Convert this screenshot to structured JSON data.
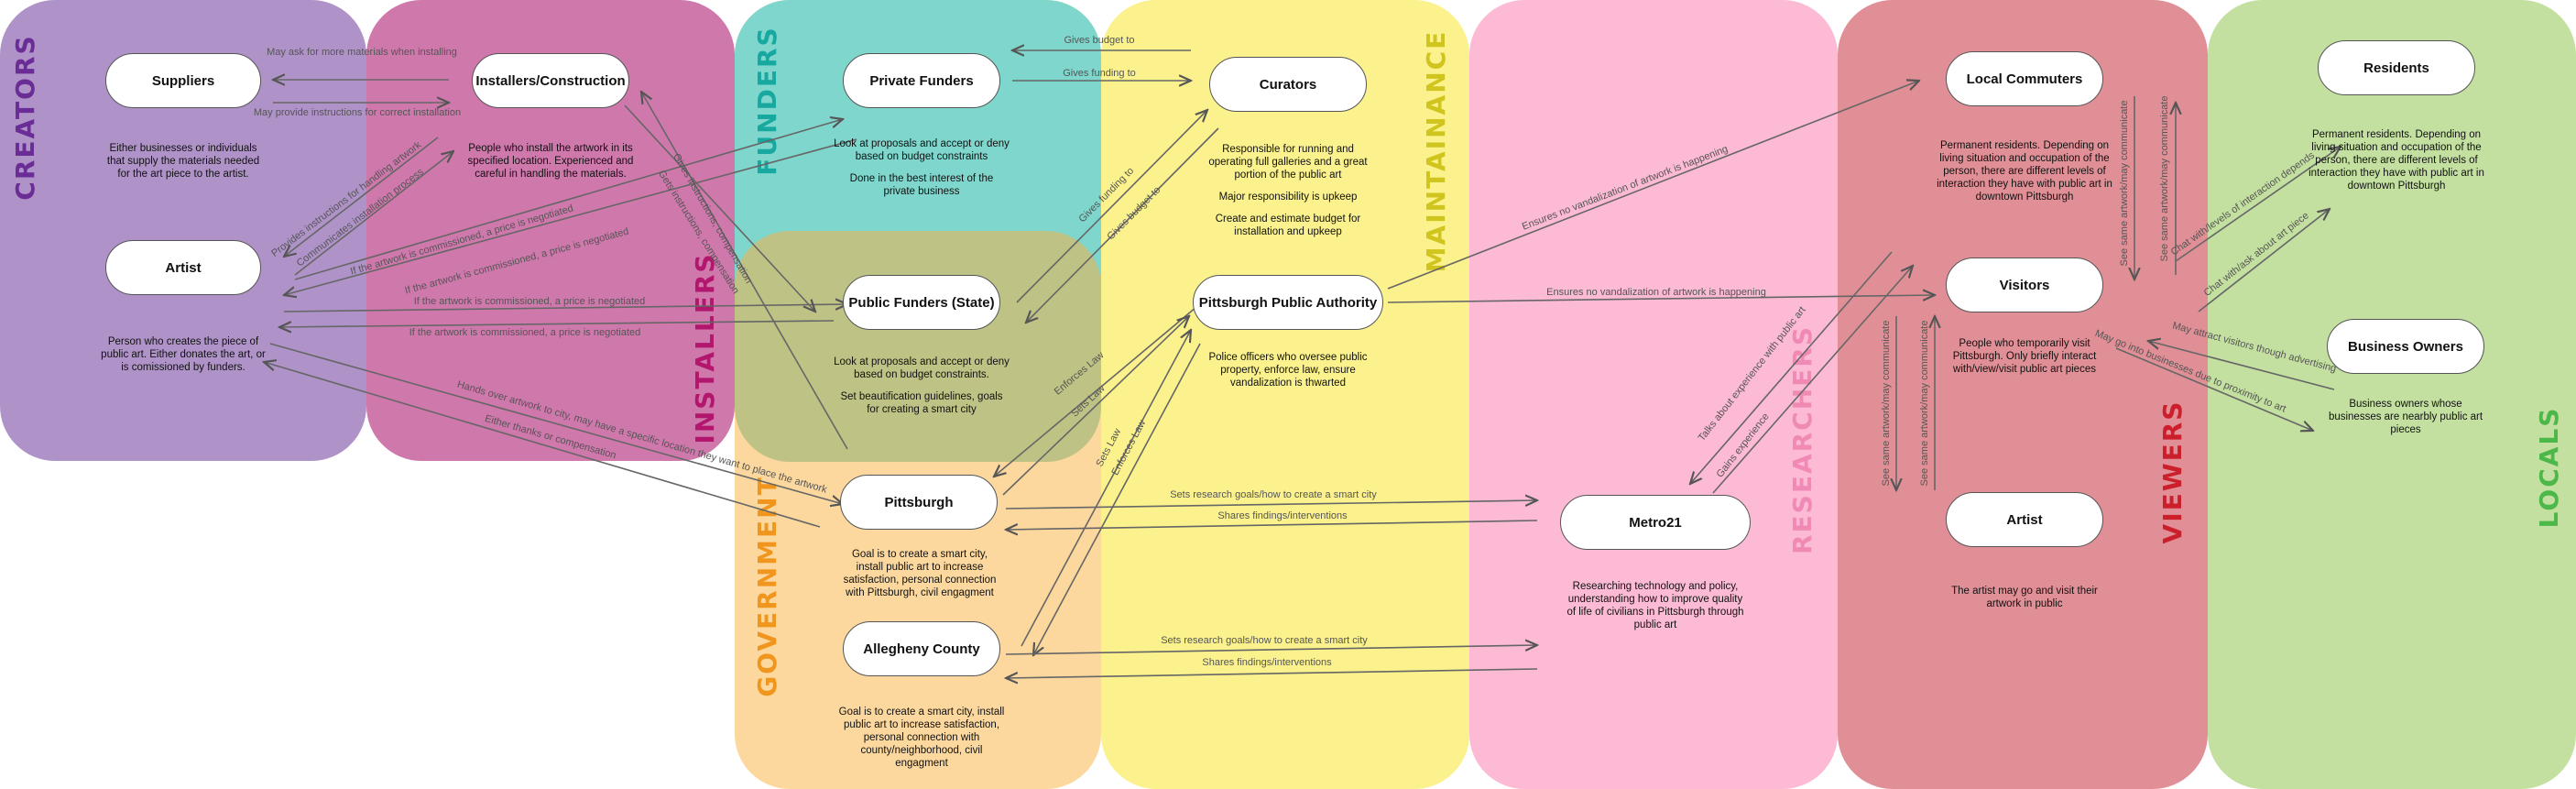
{
  "regions": {
    "creators": {
      "title": "CREATORS",
      "color": "#af93c8"
    },
    "installers": {
      "title": "INSTALLERS",
      "color": "#cf78ac"
    },
    "funders": {
      "title": "FUNDERS",
      "color": "#7fd6cc"
    },
    "government": {
      "title": "GOVERNMENT",
      "color": "#fcd89e"
    },
    "government_overlap": {
      "color": "#bfc285"
    },
    "maintainance": {
      "title": "MAINTAINANCE",
      "color": "#fbf28d"
    },
    "researchers": {
      "title": "RESEARCHERS",
      "color": "#fcbad5"
    },
    "viewers": {
      "title": "VIEWERS",
      "color": "#e08f96"
    },
    "locals": {
      "title": "LOCALS",
      "color": "#c3e0a0"
    }
  },
  "title_colors": {
    "creators": "#6a2c95",
    "installers": "#b2166d",
    "funders": "#17a8a0",
    "government": "#f0961f",
    "maintainance": "#d0c41e",
    "researchers": "#f08ab5",
    "viewers": "#cc1f2c",
    "locals": "#4db84a"
  },
  "nodes": {
    "suppliers": {
      "label": "Suppliers",
      "desc": [
        "Either businesses or individuals that supply the materials needed for the art piece to the artist."
      ]
    },
    "artist_creator": {
      "label": "Artist",
      "desc": [
        "Person who creates the piece of public art. Either donates the art, or is comissioned by funders."
      ]
    },
    "installers": {
      "label": "Installers/Construction",
      "desc": [
        "People who install the artwork in its specified location. Experienced and careful in handling the materials."
      ]
    },
    "private_funders": {
      "label": "Private Funders",
      "desc": [
        "Look at proposals and accept or deny based on budget constraints",
        "Done in the best interest of the private business"
      ]
    },
    "public_funders": {
      "label": "Public Funders (State)",
      "desc": [
        "Look at proposals and accept or deny based on budget constraints.",
        "Set beautification guidelines, goals for creating a smart city"
      ]
    },
    "pittsburgh": {
      "label": "Pittsburgh",
      "desc": [
        "Goal is to create a smart city, install public art to increase satisfaction, personal connection with Pittsburgh, civil engagment"
      ]
    },
    "allegheny": {
      "label": "Allegheny County",
      "desc": [
        "Goal is to create a smart city, install public art to increase satisfaction, personal connection with county/neighborhood, civil engagment"
      ]
    },
    "curators": {
      "label": "Curators",
      "desc": [
        "Responsible for running and operating full galleries and a great portion of the public art",
        "Major responsibility is upkeep",
        "Create and estimate budget for installation and upkeep"
      ]
    },
    "ppa": {
      "label": "Pittsburgh Public Authority",
      "desc": [
        "Police officers who oversee public property, enforce law, ensure vandalization is thwarted"
      ]
    },
    "metro21": {
      "label": "Metro21",
      "desc": [
        "Researching technology and policy, understanding how to improve quality of life of civilians in Pittsburgh through public art"
      ]
    },
    "commuters": {
      "label": "Local Commuters",
      "desc": [
        "Permanent residents. Depending on living situation and occupation of the person, there are different levels of interaction they have with public art in downtown Pittsburgh"
      ]
    },
    "visitors": {
      "label": "Visitors",
      "desc": [
        "People who temporarily visit Pittsburgh. Only briefly interact with/view/visit public art pieces"
      ]
    },
    "artist_viewer": {
      "label": "Artist",
      "desc": [
        "The artist may go and visit their artwork in public"
      ]
    },
    "residents": {
      "label": "Residents",
      "desc": [
        "Permanent residents. Depending on living situation and occupation of the person, there are different levels of interaction they have with public art in downtown Pittsburgh"
      ]
    },
    "business_owners": {
      "label": "Business Owners",
      "desc": [
        "Business owners whose businesses are nearbly public art pieces"
      ]
    }
  },
  "edges": [
    "May ask for more materials when installing",
    "May provide instructions for correct installation",
    "Provides instructions for handling artwork",
    "Communicates installation process",
    "If the artwork is commissioned, a price is negotiated",
    "If the artwork is commissioned, a price is negotiated",
    "If the artwork is commissioned, a price is negotiated",
    "If the artwork is commissioned, a price is negotiated",
    "Gives instructions, compensation",
    "Gets instructions, compensation",
    "Hands over artwork to city, may have a specific location they want to place the artwork",
    "Either thanks or compensation",
    "Gives budget to",
    "Gives funding to",
    "Gives funding to",
    "Gives budget to",
    "Enforces Law",
    "Sets Law",
    "Sets Law",
    "Enforces Law",
    "Sets research goals/how to create a smart city",
    "Shares findings/interventions",
    "Sets research goals/how to create a smart city",
    "Shares findings/interventions",
    "Ensures no vandalization of artwork is happening",
    "Ensures no vandalization of artwork is happening",
    "Talks about experience with public art",
    "Gains experience",
    "See same artwork/may communicate",
    "See same artwork/may communicate",
    "See same artwork/may communicate",
    "See same artwork/may communicate",
    "Chat with/levels of interaction depends",
    "Chat with/ask about art piece",
    "May attract visitors though advertising",
    "May go into businesses due to proximity to art"
  ]
}
